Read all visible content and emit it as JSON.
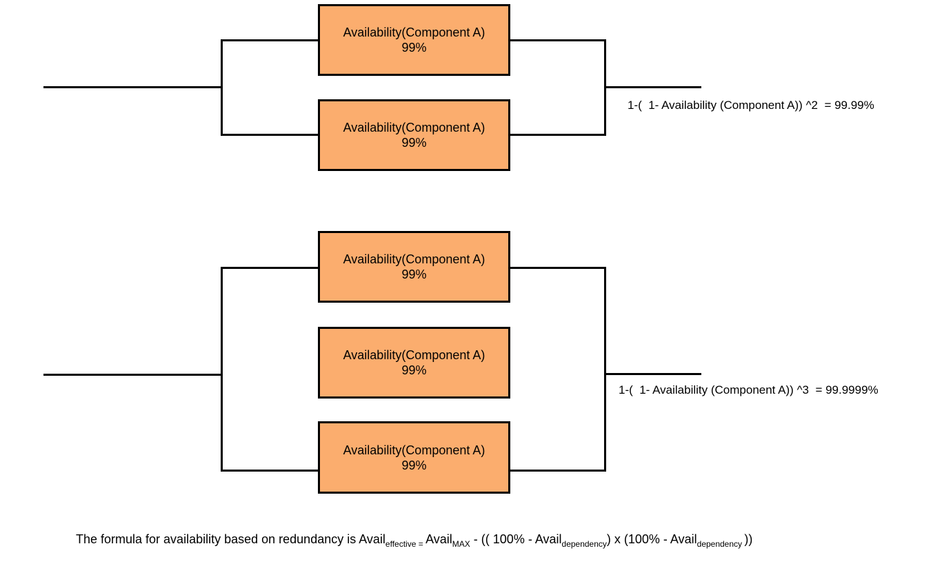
{
  "colors": {
    "box_fill": "#FBAD6E",
    "box_border": "#000000",
    "line_color": "#000000",
    "text_color": "#000000",
    "page_bg": "#FFFFFF"
  },
  "diagrams": {
    "top": {
      "boxes": [
        {
          "title": "Availability(Component A)",
          "value": "99%"
        },
        {
          "title": "Availability(Component A)",
          "value": "99%"
        }
      ],
      "result_formula": "1-(  1- Availability (Component A)) ^2  = 99.99%"
    },
    "bottom": {
      "boxes": [
        {
          "title": "Availability(Component A)",
          "value": "99%"
        },
        {
          "title": "Availability(Component A)",
          "value": "99%"
        },
        {
          "title": "Availability(Component A)",
          "value": "99%"
        }
      ],
      "result_formula": "1-(  1- Availability (Component A)) ^3  = 99.9999%"
    }
  },
  "footer": {
    "segments": [
      {
        "text": "The formula for availability based on redundancy is Avail"
      },
      {
        "text": "effective = "
      },
      {
        "text": "Avail"
      },
      {
        "text": "MAX"
      },
      {
        "text": " - (( 100% - Avail"
      },
      {
        "text": "dependency"
      },
      {
        "text": ") x (100% - Avail"
      },
      {
        "text": "dependency "
      },
      {
        "text": "))"
      }
    ]
  }
}
